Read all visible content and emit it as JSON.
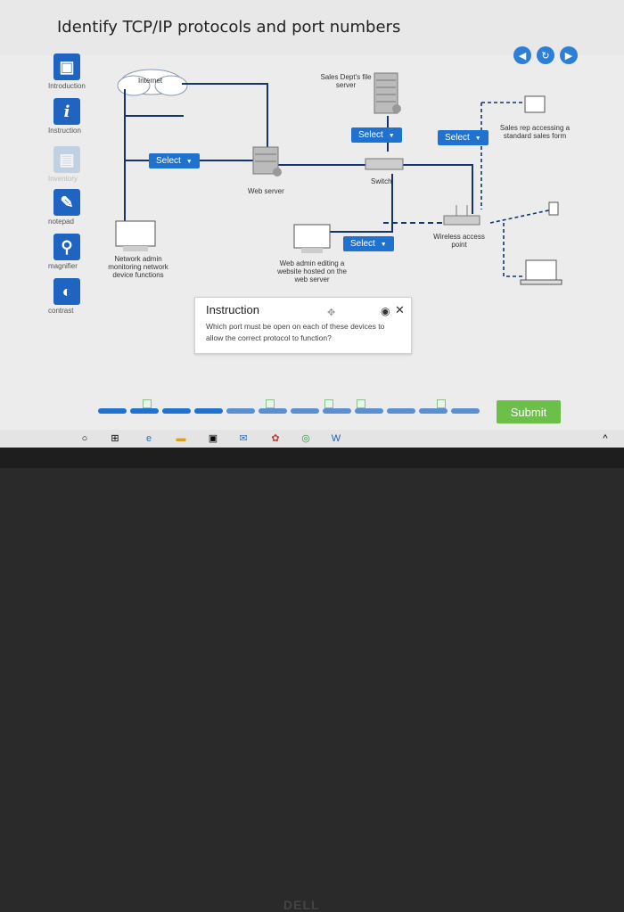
{
  "header": {
    "title": "Identify TCP/IP protocols and port numbers"
  },
  "nav": {
    "back": "◀",
    "reset": "↻",
    "forward": "▶"
  },
  "sidebar": {
    "items": [
      {
        "label": "Introduction",
        "glyph": "▣"
      },
      {
        "label": "Instruction",
        "glyph": "i"
      },
      {
        "label": "Inventory",
        "glyph": "▤"
      },
      {
        "label": "notepad",
        "glyph": "✎"
      },
      {
        "label": "magnifier",
        "glyph": "⚲"
      },
      {
        "label": "contrast",
        "glyph": "◐"
      }
    ]
  },
  "diagram": {
    "internet_label": "Internet",
    "sales_server_label": "Sales Dept's file server",
    "web_server_label": "Web server",
    "switch_label": "Switch",
    "wap_label": "Wireless access point",
    "sales_rep_label": "Sales rep accessing a standard sales form",
    "netadmin_label": "Network admin monitoring network device functions",
    "webadmin_label": "Web admin editing a website hosted on the web server",
    "select_label": "Select"
  },
  "instruction": {
    "title": "Instruction",
    "text": "Which port must be open on each of these devices to allow the correct protocol to function?"
  },
  "footer": {
    "submit": "Submit"
  },
  "bezel": {
    "brand": "DELL"
  },
  "colors": {
    "accent": "#1f72d0",
    "submit": "#6cc04a"
  }
}
